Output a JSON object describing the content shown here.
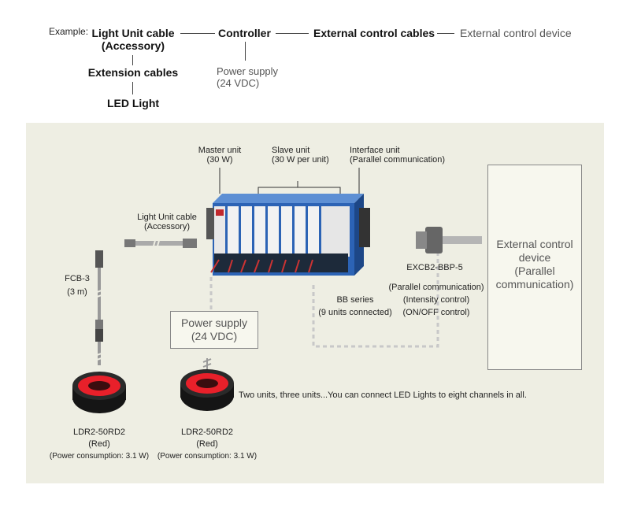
{
  "example": {
    "label": "Example:",
    "light_unit_cable_line1": "Light Unit cable",
    "light_unit_cable_line2": "(Accessory)",
    "controller": "Controller",
    "external_control_cables": "External control cables",
    "external_control_device": "External control device",
    "power_supply_line1": "Power supply",
    "power_supply_line2": "(24 VDC)",
    "extension_cables": "Extension cables",
    "led_light": "LED Light"
  },
  "diagram": {
    "master_unit_line1": "Master unit",
    "master_unit_line2": "(30 W)",
    "slave_unit_line1": "Slave unit",
    "slave_unit_line2": "(30 W per unit)",
    "interface_unit_line1": "Interface unit",
    "interface_unit_line2": "(Parallel communication)",
    "light_unit_cable_line1": "Light Unit cable",
    "light_unit_cable_line2": "(Accessory)",
    "fcb_line1": "FCB-3",
    "fcb_line2": "(3 m)",
    "power_supply_line1": "Power supply",
    "power_supply_line2": "(24 VDC)",
    "bb_series_line1": "BB series",
    "bb_series_line2": "(9 units connected)",
    "excb_label": "EXCB2-BBP-5",
    "excb_line1": "(Parallel communication)",
    "excb_line2": "(Intensity control)",
    "excb_line3": "(ON/OFF control)",
    "ext_device_line1": "External control",
    "ext_device_line2": "device",
    "ext_device_line3": "(Parallel",
    "ext_device_line4": "communication)",
    "note": "Two units, three units...You can connect LED Lights to eight channels in all.",
    "ldr1_line1": "LDR2-50RD2",
    "ldr1_line2": "(Red)",
    "ldr1_line3": "(Power consumption: 3.1 W)",
    "ldr2_line1": "LDR2-50RD2",
    "ldr2_line2": "(Red)",
    "ldr2_line3": "(Power consumption: 3.1 W)"
  },
  "colors": {
    "panel_bg": "#eeeee3",
    "controller_blue": "#2c63b5",
    "led_red": "#e8202a",
    "dashed_line": "#c8c8c8"
  }
}
